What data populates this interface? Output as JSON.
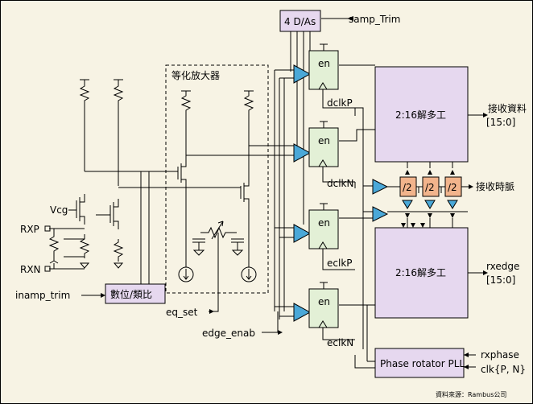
{
  "title_eq": "等化放大器",
  "dac_block": "4 D/As",
  "samp_trim": "samp_Trim",
  "en": "en",
  "dclkP": "dclkP",
  "dclkN": "dclkN",
  "eclkP": "eclkP",
  "eclkN": "eclkN",
  "demux_top": "2:16解多工",
  "demux_bottom": "2:16解多工",
  "rx_data": "接收資料",
  "rx_data_bus": "[15:0]",
  "rx_clock": "接收時脈",
  "rxedge": "rxedge",
  "rxedge_bus": "[15:0]",
  "div2": "/2",
  "pll": "Phase rotator PLL",
  "rxphase": "rxphase",
  "clk_pn": "clk{P, N}",
  "vcg": "Vcg",
  "rxp": "RXP",
  "rxn": "RXN",
  "inamp_trim": "inamp_trim",
  "digital_analog": "數位/類比",
  "eq_set": "eq_set",
  "edge_enab": "edge_enab",
  "source": "資料來源：Rambus公司",
  "colors": {
    "block_purple": "#e6d8ef",
    "latch_green": "#e3f0d6",
    "div_orange": "#f2b48c",
    "buffer_blue": "#4aa8d8",
    "background": "#f7f3e4"
  }
}
